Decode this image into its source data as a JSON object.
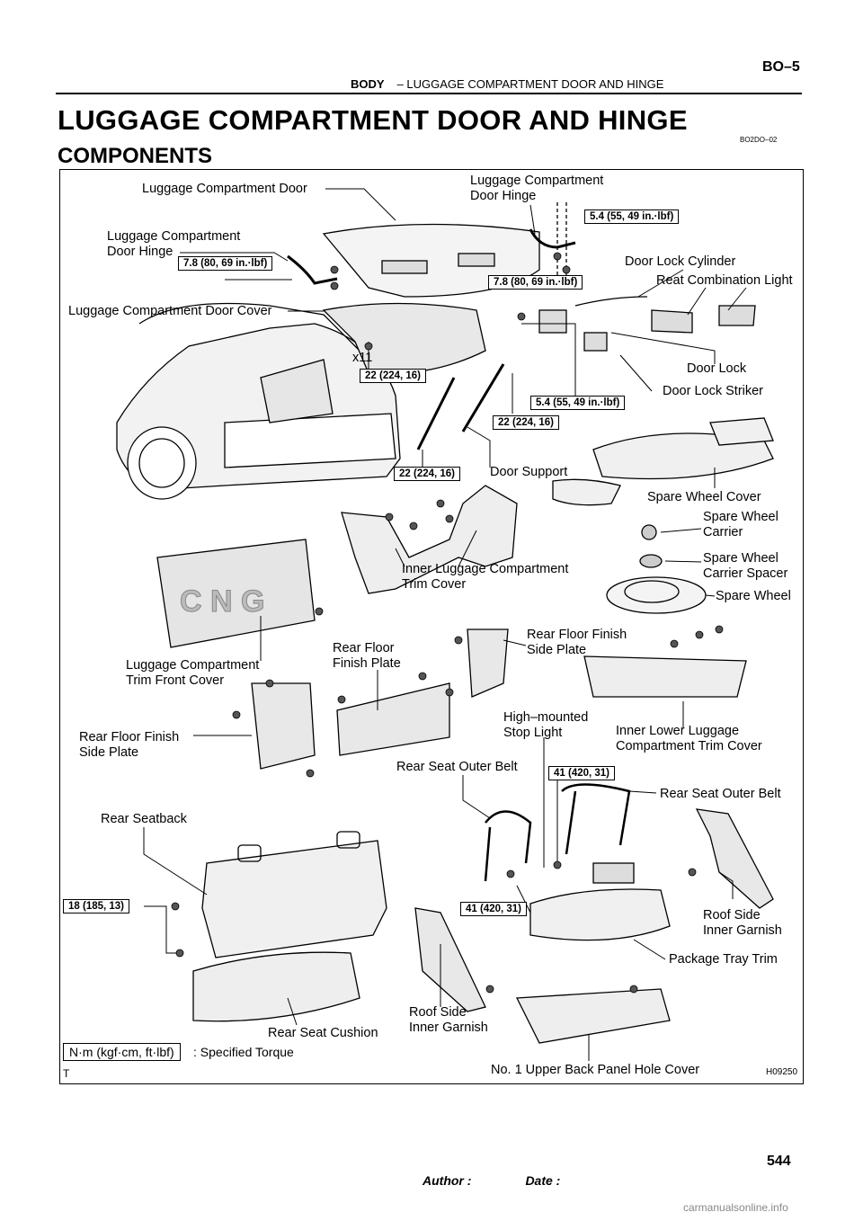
{
  "header": {
    "section": "BODY",
    "dash": "–",
    "subsection": "LUGGAGE COMPARTMENT DOOR AND HINGE",
    "code": "BO–5"
  },
  "title": "LUGGAGE COMPARTMENT DOOR AND HINGE",
  "subtitle": "COMPONENTS",
  "ref_code": "BO2DO–02",
  "labels": {
    "door": "Luggage Compartment Door",
    "hinge_r": "Luggage Compartment\nDoor Hinge",
    "hinge_l": "Luggage Compartment\nDoor Hinge",
    "lock_cyl": "Door Lock Cylinder",
    "comb_light": "Reat Combination Light",
    "door_cover": "Luggage Compartment Door Cover",
    "x11": "x11",
    "door_lock": "Door Lock",
    "striker": "Door Lock Striker",
    "door_support": "Door Support",
    "spare_cover": "Spare Wheel Cover",
    "spare_carrier": "Spare Wheel\nCarrier",
    "carrier_spacer": "Spare Wheel\n  Carrier Spacer",
    "spare_wheel": "Spare Wheel",
    "inner_trim": "Inner Luggage Compartment\nTrim Cover",
    "front_cover": "Luggage Compartment\nTrim Front Cover",
    "rf_plate": "Rear Floor\nFinish Plate",
    "rf_side_r": "Rear Floor Finish\nSide Plate",
    "rf_side_l": "Rear Floor Finish\nSide Plate",
    "stop_light": "High–mounted\nStop Light",
    "inner_lower": "Inner Lower Luggage\nCompartment Trim Cover",
    "belt_c": "Rear Seat Outer Belt",
    "belt_r": "Rear Seat Outer Belt",
    "seatback": "Rear Seatback",
    "roof_r": "Roof Side\nInner Garnish",
    "roof_c": "Roof Side\nInner Garnish",
    "tray": "Package Tray Trim",
    "cushion": "Rear Seat Cushion",
    "hole_cover": "No. 1 Upper Back Panel Hole Cover"
  },
  "torques": {
    "t1": "5.4 (55, 49 in.·lbf)",
    "t2": "7.8 (80, 69 in.·lbf)",
    "t3": "7.8 (80, 69 in.·lbf)",
    "t4": "22 (224, 16)",
    "t5": "5.4 (55, 49 in.·lbf)",
    "t6": "22 (224, 16)",
    "t7": "22 (224, 16)",
    "t8": "41 (420, 31)",
    "t9": "41 (420, 31)",
    "t10": "18 (185, 13)"
  },
  "legend": {
    "unit": "N·m (kgf·cm, ft·lbf)",
    "text": ": Specified Torque",
    "t_mark": "T"
  },
  "figure_id": "H09250",
  "footer": {
    "author": "Author :",
    "date": "Date :",
    "page": "544"
  },
  "watermark": "carmanualsonline.info"
}
